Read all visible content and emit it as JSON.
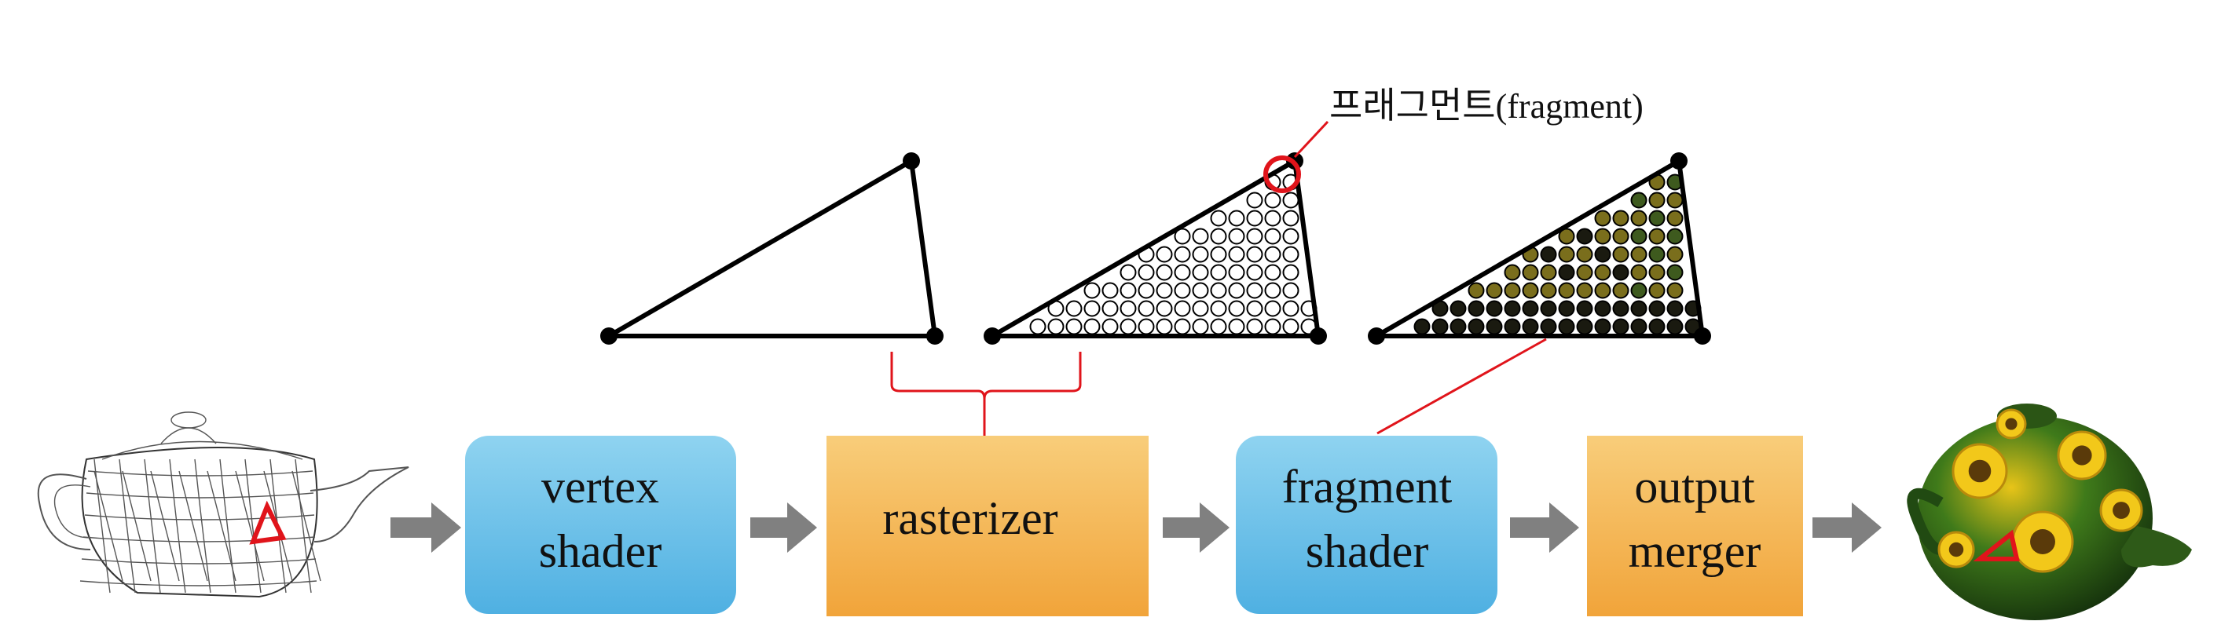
{
  "pipeline": {
    "stages": [
      {
        "id": "vertex",
        "kind": "programmable",
        "lines": [
          "vertex",
          "shader"
        ]
      },
      {
        "id": "rasterizer",
        "kind": "fixed",
        "lines": [
          "rasterizer"
        ]
      },
      {
        "id": "fragment",
        "kind": "programmable",
        "lines": [
          "fragment",
          "shader"
        ]
      },
      {
        "id": "merger",
        "kind": "fixed",
        "lines": [
          "output",
          "merger"
        ]
      }
    ]
  },
  "annotation": {
    "korean": "프래그먼트",
    "english": "(fragment)"
  },
  "colors": {
    "programmable_top": "#8fd3f0",
    "programmable_bottom": "#4fb0e2",
    "fixed_top": "#f8cd7a",
    "fixed_bottom": "#f1a43a",
    "arrow": "#808080",
    "highlight": "#e0141b",
    "fragment_fill_a": "#7a6e1c",
    "fragment_fill_b": "#3e5a1e",
    "fragment_fill_c": "#1a1a10"
  },
  "icons": {
    "input": "wireframe-teapot-icon",
    "output": "textured-teapot-icon"
  }
}
